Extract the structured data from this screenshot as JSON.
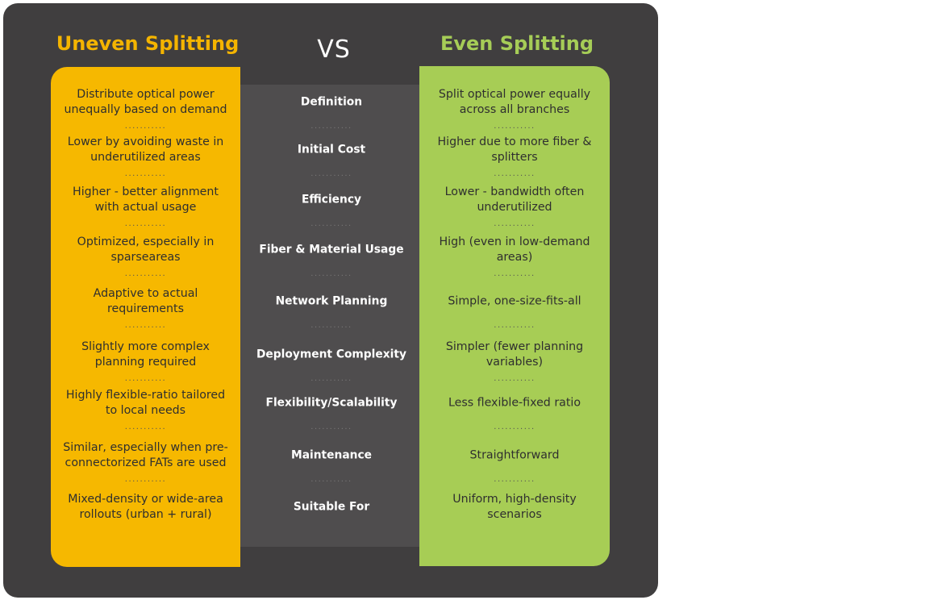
{
  "header": {
    "left_title": "Uneven Splitting",
    "vs": "VS",
    "right_title": "Even Splitting"
  },
  "colors": {
    "background": "#403e3f",
    "middle_panel": "#4f4d4e",
    "uneven": "#f6b800",
    "even": "#a7cd55"
  },
  "separator": "...........",
  "rows": [
    {
      "criterion": "Definition",
      "uneven": "Distribute optical power unequally based on demand",
      "even": "Split optical power equally across all branches"
    },
    {
      "criterion": "Initial Cost",
      "uneven": "Lower by avoiding waste in underutilized areas",
      "even": "Higher due to more fiber & splitters"
    },
    {
      "criterion": "Efficiency",
      "uneven": "Higher - better alignment with actual usage",
      "even": "Lower - bandwidth often underutilized"
    },
    {
      "criterion": "Fiber & Material Usage",
      "uneven": "Optimized, especially in sparseareas",
      "even": "High (even in low-demand areas)"
    },
    {
      "criterion": "Network Planning",
      "uneven": "Adaptive to actual requirements",
      "even": "Simple, one-size-fits-all"
    },
    {
      "criterion": "Deployment Complexity",
      "uneven": "Slightly more complex planning required",
      "even": "Simpler (fewer planning variables)"
    },
    {
      "criterion": "Flexibility/Scalability",
      "uneven": "Highly flexible-ratio tailored to local needs",
      "even": "Less flexible-fixed ratio"
    },
    {
      "criterion": "Maintenance",
      "uneven": "Similar, especially when pre-connectorized FATs are used",
      "even": "Straightforward"
    },
    {
      "criterion": "Suitable For",
      "uneven": "Mixed-density or wide-area rollouts (urban + rural)",
      "even": "Uniform, high-density scenarios"
    }
  ]
}
